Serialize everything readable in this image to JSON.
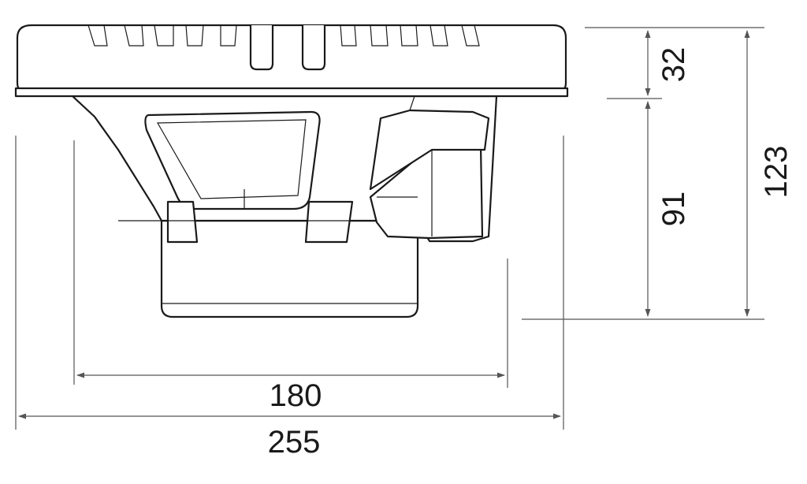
{
  "drawing": {
    "subject": "speaker side profile",
    "dimensions": {
      "grille_height": "32",
      "body_depth": "91",
      "total_height": "123",
      "basket_width": "180",
      "overall_diameter": "255"
    },
    "colors": {
      "outline": "#1a1a1a",
      "dimension_line": "#555555",
      "background": "#ffffff"
    }
  }
}
